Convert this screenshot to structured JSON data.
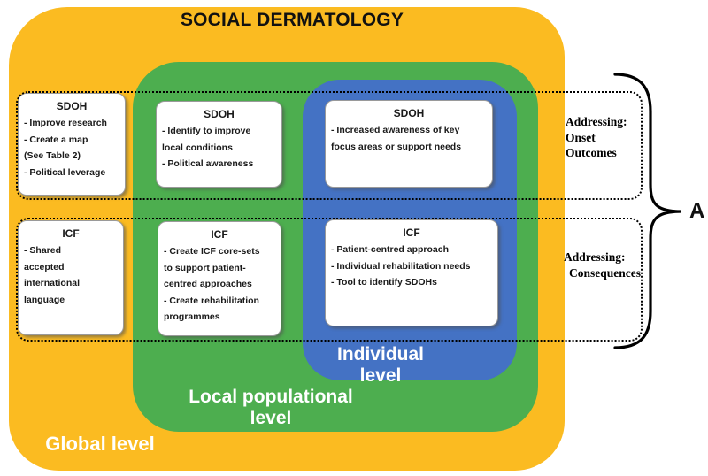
{
  "title": "SOCIAL DERMATOLOGY",
  "levels": {
    "global": {
      "label": "Global level",
      "color": "#FBBB21"
    },
    "local": {
      "label": "Local populational level",
      "color": "#4DAE4F"
    },
    "individual": {
      "label": "Individual level",
      "color": "#4472C4"
    }
  },
  "boxes": {
    "global_sdoh": {
      "heading": "SDOH",
      "lines": [
        "- Improve research",
        "- Create a map",
        "(See Table 2)",
        "- Political leverage"
      ]
    },
    "local_sdoh": {
      "heading": "SDOH",
      "lines": [
        "- Identify to improve",
        "local conditions",
        "- Political awareness"
      ]
    },
    "individual_sdoh": {
      "heading": "SDOH",
      "lines": [
        "- Increased awareness of key",
        "focus areas or support needs"
      ]
    },
    "global_icf": {
      "heading": "ICF",
      "lines": [
        "- Shared",
        "accepted",
        "international",
        "language"
      ]
    },
    "local_icf": {
      "heading": "ICF",
      "lines": [
        "- Create ICF core-sets",
        "to support patient-",
        "centred approaches",
        "- Create rehabilitation",
        "programmes"
      ]
    },
    "individual_icf": {
      "heading": "ICF",
      "lines": [
        "- Patient-centred approach",
        "- Individual rehabilitation needs",
        "- Tool to identify SDOHs"
      ]
    }
  },
  "annotations": {
    "onset": {
      "lines": [
        "Addressing:",
        "Onset",
        "Outcomes"
      ]
    },
    "consequences": {
      "lines": [
        "Addressing:",
        "Consequences"
      ]
    },
    "brace_label": "A"
  }
}
